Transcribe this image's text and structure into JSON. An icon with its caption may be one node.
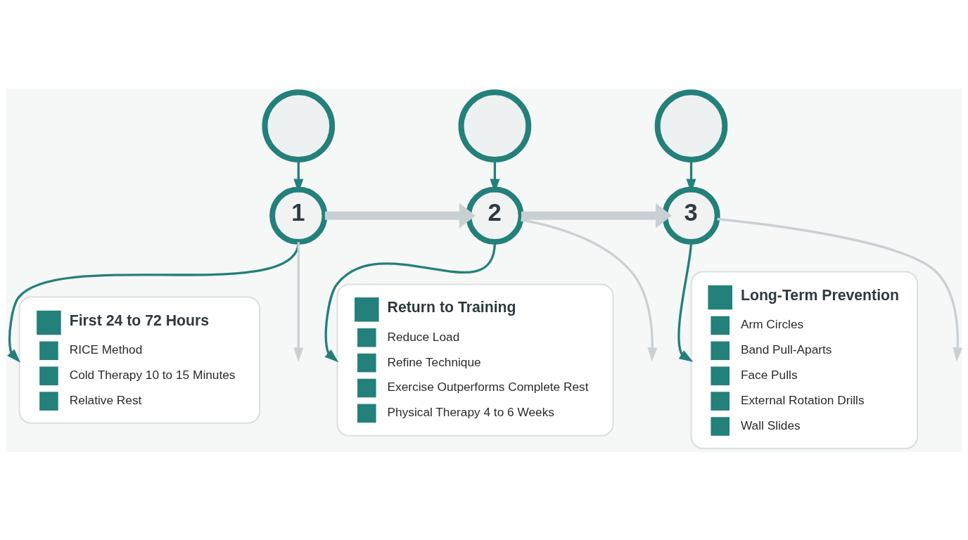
{
  "diagram": {
    "nodes": [
      {
        "text": [],
        "shape": "circle"
      },
      {
        "text": [],
        "shape": "circle"
      },
      {
        "text": [],
        "shape": "circle"
      },
      {
        "text": [
          "1"
        ]
      },
      {
        "text": [
          "2"
        ]
      },
      {
        "text": [
          "3"
        ]
      },
      {
        "text": [
          "First 24 to 72 Hours",
          "RICE Method",
          "Cold Therapy 10 to 15 Minutes",
          "Relative Rest"
        ]
      },
      {
        "text": [
          "Return to Training",
          "Reduce Load",
          "Refine Technique",
          "Exercise Outperforms Complete Rest",
          "Physical Therapy 4 to 6 Weeks"
        ]
      },
      {
        "text": [
          "Long-Term Prevention",
          "Arm Circles",
          "Band Pull-Aparts",
          "Face Pulls",
          "External Rotation Drills",
          "Wall Slides"
        ]
      }
    ],
    "edges": [
      {
        "from": 0,
        "to": 3,
        "arrow": "to"
      },
      {
        "from": 1,
        "to": 4,
        "arrow": "to"
      },
      {
        "from": 2,
        "to": 5,
        "arrow": "to"
      },
      {
        "from": 3,
        "to": 4,
        "arrow": "to",
        "style": "thick",
        "color": "#c9d0d4"
      },
      {
        "from": 4,
        "to": 5,
        "arrow": "to",
        "style": "thick",
        "color": "#c9d0d4"
      },
      {
        "from": 3,
        "to": 6,
        "arrow": "to"
      },
      {
        "from": 3,
        "to": null,
        "arrow": "to",
        "color": "#c9d0d4"
      },
      {
        "from": 4,
        "to": 7,
        "arrow": "to"
      },
      {
        "from": 4,
        "to": null,
        "arrow": "to",
        "color": "#c9d0d4"
      },
      {
        "from": 5,
        "to": 8,
        "arrow": "to"
      },
      {
        "from": 5,
        "to": null,
        "arrow": "to",
        "color": "#c9d0d4"
      }
    ]
  }
}
